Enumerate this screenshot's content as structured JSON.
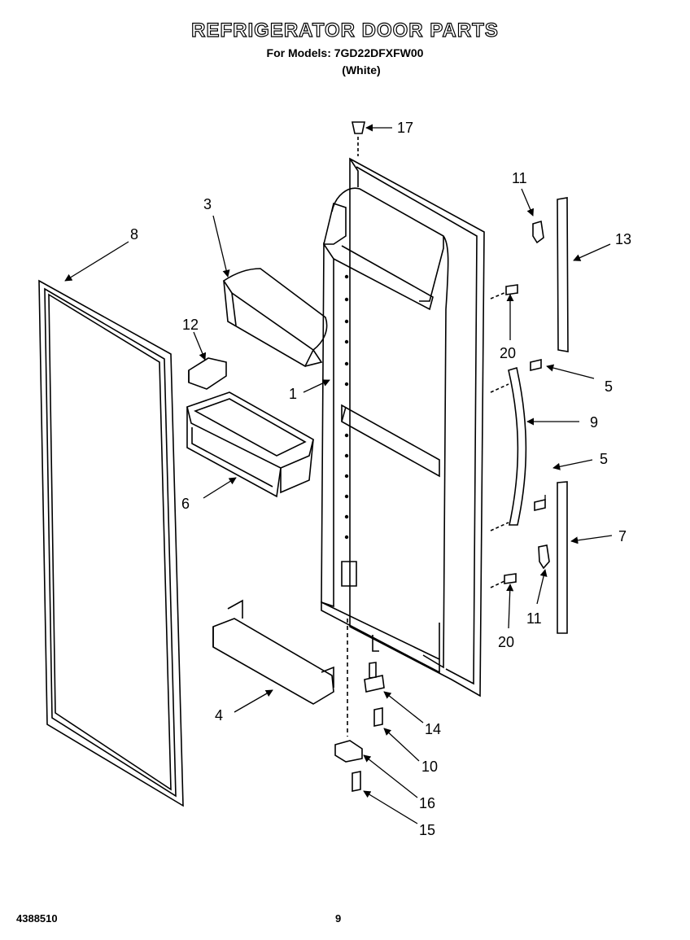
{
  "header": {
    "title": "REFRIGERATOR DOOR PARTS",
    "models_line": "For Models: 7GD22DFXFW00",
    "variant": "(White)"
  },
  "footer": {
    "part_number": "4388510",
    "page_number": "9"
  },
  "callouts": [
    "17",
    "11",
    "13",
    "3",
    "8",
    "20",
    "12",
    "5",
    "1",
    "9",
    "6",
    "5",
    "7",
    "11",
    "20",
    "4",
    "14",
    "10",
    "16",
    "15"
  ]
}
